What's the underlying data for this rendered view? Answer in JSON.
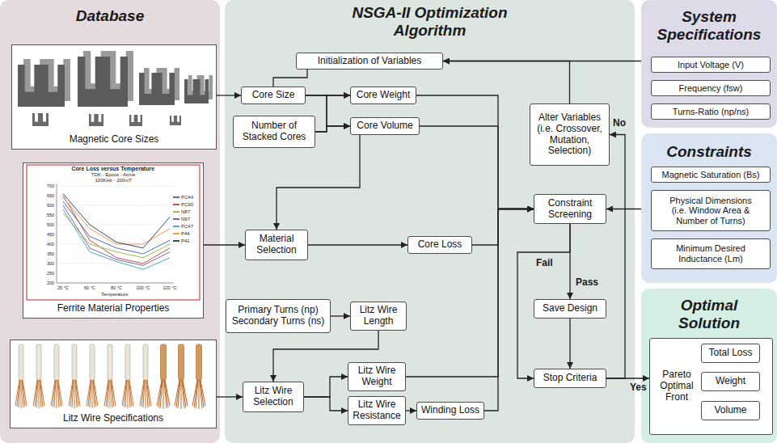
{
  "diagram": {
    "nodes": [
      {
        "text": [
          "Database"
        ]
      },
      {
        "text": [
          "Magnetic Core Sizes"
        ],
        "in": 0
      },
      {
        "text": [
          "Ferrite Material Properties"
        ],
        "in": 0
      },
      {
        "text": [
          "Litz Wire Specifications"
        ],
        "in": 0
      },
      {
        "text": [
          "NSGA-II Optimization Algorithm"
        ]
      },
      {
        "text": [
          "Initialization of Variables"
        ],
        "in": 4
      },
      {
        "text": [
          "Core Size"
        ],
        "in": 4
      },
      {
        "text": [
          "Number of Stacked Cores"
        ],
        "in": 4
      },
      {
        "text": [
          "Core Weight"
        ],
        "in": 4
      },
      {
        "text": [
          "Core Volume"
        ],
        "in": 4
      },
      {
        "text": [
          "Alter Variables (i.e. Crossover, Mutation, Selection)"
        ],
        "in": 4
      },
      {
        "text": [
          "Constraint Screening"
        ],
        "in": 4
      },
      {
        "text": [
          "Material Selection"
        ],
        "in": 4
      },
      {
        "text": [
          "Core Loss"
        ],
        "in": 4
      },
      {
        "text": [
          "Primary Turns (np)",
          "Secondary Turns (ns)"
        ],
        "in": 4
      },
      {
        "text": [
          "Litz Wire Length"
        ],
        "in": 4
      },
      {
        "text": [
          "Save Design"
        ],
        "in": 4
      },
      {
        "text": [
          "Litz Wire Weight"
        ],
        "in": 4
      },
      {
        "text": [
          "Stop Criteria"
        ],
        "in": 4
      },
      {
        "text": [
          "Litz Wire Selection"
        ],
        "in": 4
      },
      {
        "text": [
          "Litz Wire Resistance"
        ],
        "in": 4
      },
      {
        "text": [
          "Winding Loss"
        ],
        "in": 4
      },
      {
        "text": [
          "System Specifications"
        ]
      },
      {
        "text": [
          "Input Voltage (V)"
        ],
        "in": 22
      },
      {
        "text": [
          "Frequency (fsw)"
        ],
        "in": 22
      },
      {
        "text": [
          "Turns-Ratio (np/ns)"
        ],
        "in": 22
      },
      {
        "text": [
          "Constraints"
        ]
      },
      {
        "text": [
          "Magnetic Saturation (Bs)"
        ],
        "in": 26
      },
      {
        "text": [
          "Physical Dimensions (i.e. Window Area & Number of Turns)"
        ],
        "in": 26
      },
      {
        "text": [
          "Minimum Desired Inductance (Lm)"
        ],
        "in": 26
      },
      {
        "text": [
          "Optimal Solution"
        ]
      },
      {
        "text": [
          "Pareto Optimal Front"
        ],
        "in": 30
      },
      {
        "text": [
          "Total Loss"
        ],
        "in": 31
      },
      {
        "text": [
          "Weight"
        ],
        "in": 31
      },
      {
        "text": [
          "Volume"
        ],
        "in": 31
      }
    ],
    "edges": [
      {
        "from": 1,
        "to": 6,
        "arrow": "to"
      },
      {
        "from": 5,
        "to": 6,
        "arrow": "none"
      },
      {
        "from": 6,
        "to": 8,
        "arrow": "to"
      },
      {
        "from": 6,
        "to": 9,
        "arrow": "to"
      },
      {
        "from": 7,
        "to": 8,
        "arrow": "to"
      },
      {
        "from": 7,
        "to": 9,
        "arrow": "to"
      },
      {
        "from": 9,
        "to": 12,
        "arrow": "to"
      },
      {
        "from": 2,
        "to": 12,
        "arrow": "to"
      },
      {
        "from": 12,
        "to": 13,
        "arrow": "to"
      },
      {
        "from": 8,
        "to": 11,
        "arrow": "to"
      },
      {
        "from": 9,
        "to": 11,
        "arrow": "to"
      },
      {
        "from": 13,
        "to": 11,
        "arrow": "to"
      },
      {
        "from": 17,
        "to": 11,
        "arrow": "to"
      },
      {
        "from": 21,
        "to": 11,
        "arrow": "to"
      },
      {
        "from": 22,
        "to": 5,
        "arrow": "to"
      },
      {
        "from": 10,
        "to": 5,
        "arrow": "to"
      },
      {
        "from": 18,
        "to": 10,
        "label": "No",
        "arrow": "to"
      },
      {
        "from": 26,
        "to": 11,
        "arrow": "to"
      },
      {
        "from": 11,
        "to": 16,
        "label": "Pass",
        "arrow": "to"
      },
      {
        "from": 11,
        "to": 18,
        "label": "Fail",
        "arrow": "to"
      },
      {
        "from": 16,
        "to": 18,
        "arrow": "to"
      },
      {
        "from": 18,
        "to": 31,
        "label": "Yes",
        "arrow": "to"
      },
      {
        "from": 14,
        "to": 15,
        "arrow": "to"
      },
      {
        "from": 15,
        "to": 19,
        "arrow": "to"
      },
      {
        "from": 3,
        "to": 19,
        "arrow": "to"
      },
      {
        "from": 19,
        "to": 17,
        "arrow": "to"
      },
      {
        "from": 19,
        "to": 20,
        "arrow": "to"
      },
      {
        "from": 20,
        "to": 21,
        "arrow": "to"
      }
    ],
    "labels": [
      "Core Loss versus Temperature",
      "TDK - Epcos - Acme",
      "100KHz - 200mT",
      "Core Loss",
      "Temperature",
      "25 °C",
      "60 °C",
      "80 °C",
      "100 °C",
      "120 °C",
      "700",
      "650",
      "600",
      "550",
      "500",
      "450",
      "400",
      "350",
      "300",
      "250",
      "200"
    ],
    "legend": [
      {
        "text": "PC44",
        "color": "#4472c4"
      },
      {
        "text": "PC90",
        "color": "#c0504d"
      },
      {
        "text": "N87",
        "color": "#9bbb59"
      },
      {
        "text": "N97",
        "color": "#8064a2"
      },
      {
        "text": "PC47",
        "color": "#4bacc6"
      },
      {
        "text": "P44",
        "color": "#f79646"
      },
      {
        "text": "P41",
        "color": "#2c4d75"
      }
    ]
  }
}
